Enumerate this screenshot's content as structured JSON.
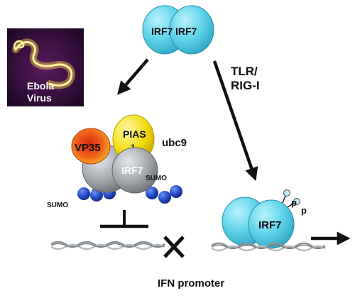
{
  "top_dimer": {
    "left": "IRF7",
    "right": "IRF7"
  },
  "virus": {
    "line1": "Ebola",
    "line2": "Virus"
  },
  "pathway": {
    "line1": "TLR/",
    "line2": "RIG-I"
  },
  "complex": {
    "vp35": "VP35",
    "pias_line1": "PIAS",
    "pias_line2": "1",
    "ubc9": "ubc9",
    "irf7": "IRF7",
    "sumo_left": "SUMO",
    "sumo_right": "SUMO"
  },
  "active": {
    "irf7": "IRF7",
    "p1": "p",
    "p2": "p"
  },
  "promoter": {
    "label": "IFN promoter"
  },
  "colors": {
    "irf7_cyan": "#66d9ee",
    "complex_gray": "#9ea3a8",
    "pias_yellow": "#f7e21c",
    "vp35_red": "#e84a18",
    "sumo_blue": "#1f4fc4",
    "virus_bg": "#2a0c38",
    "virus_glow": "#f2c230"
  }
}
